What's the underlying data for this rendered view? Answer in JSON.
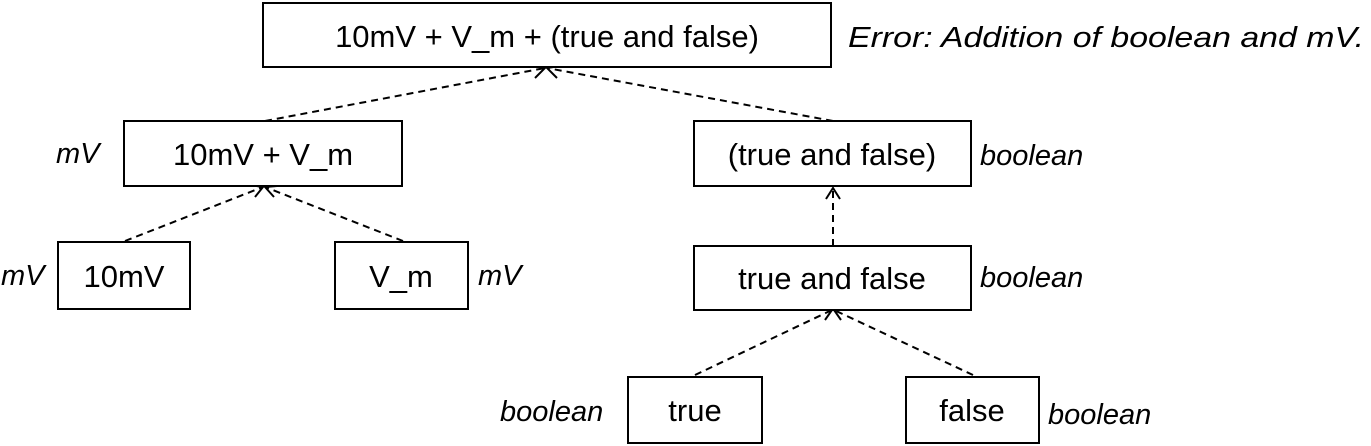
{
  "nodes": {
    "root": {
      "label": "10mV + V_m + (true and false)",
      "type": "Error: Addition of boolean and mV."
    },
    "sum": {
      "label": "10mV + V_m",
      "type": "mV"
    },
    "lit10mv": {
      "label": "10mV",
      "type": "mV"
    },
    "vm": {
      "label": "V_m",
      "type": "mV"
    },
    "paren": {
      "label": "(true and false)",
      "type": "boolean"
    },
    "and": {
      "label": "true and false",
      "type": "boolean"
    },
    "true": {
      "label": "true",
      "type": "boolean"
    },
    "false": {
      "label": "false",
      "type": "boolean"
    }
  },
  "edges": [
    {
      "from": "sum",
      "to": "root"
    },
    {
      "from": "paren",
      "to": "root"
    },
    {
      "from": "lit10mv",
      "to": "sum"
    },
    {
      "from": "vm",
      "to": "sum"
    },
    {
      "from": "and",
      "to": "paren"
    },
    {
      "from": "true",
      "to": "and"
    },
    {
      "from": "false",
      "to": "and"
    }
  ]
}
